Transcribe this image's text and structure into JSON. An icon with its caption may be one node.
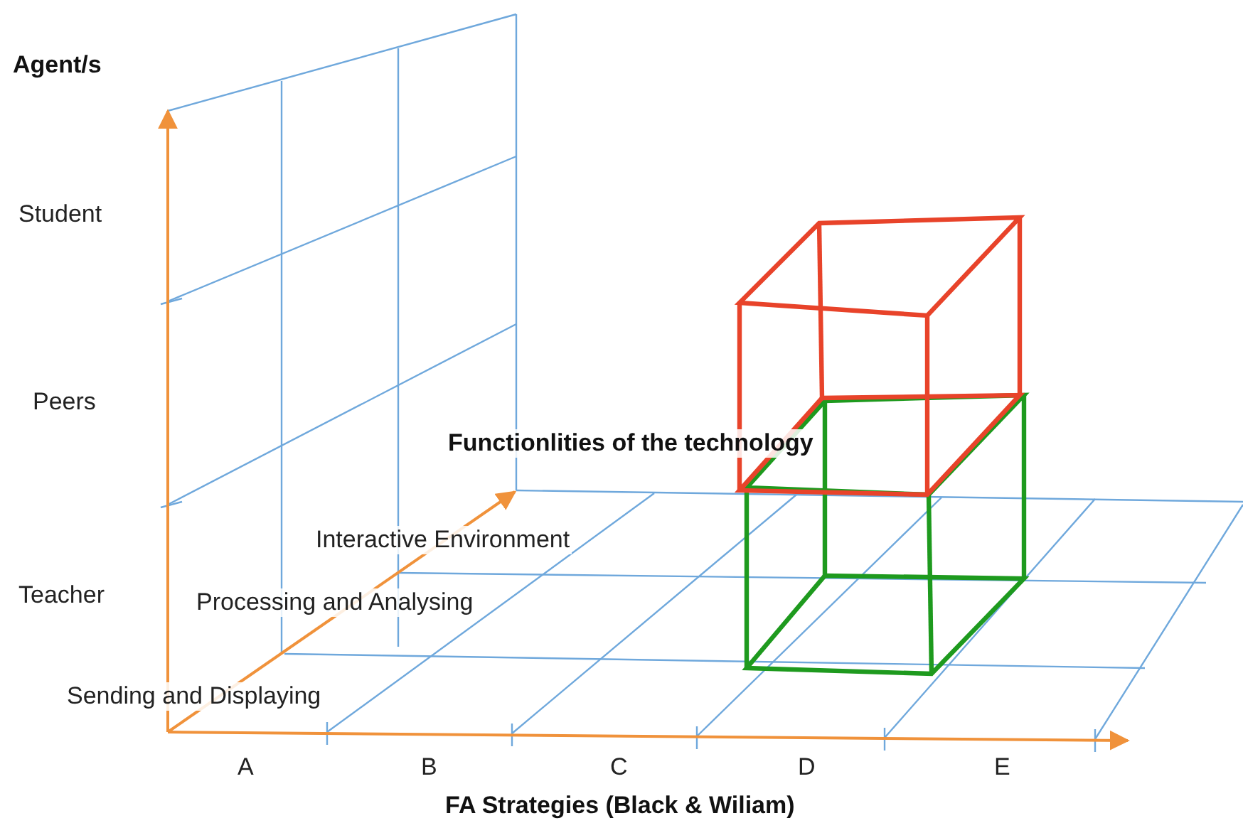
{
  "diagram": {
    "labels": [
      "Agent/s",
      "Student",
      "Peers",
      "Teacher",
      "Functionlities of the technology",
      "Interactive Environment",
      "Processing and Analysing",
      "Sending and Displaying",
      "A",
      "B",
      "C",
      "D",
      "E",
      "FA Strategies (Black & Wiliam)"
    ]
  }
}
